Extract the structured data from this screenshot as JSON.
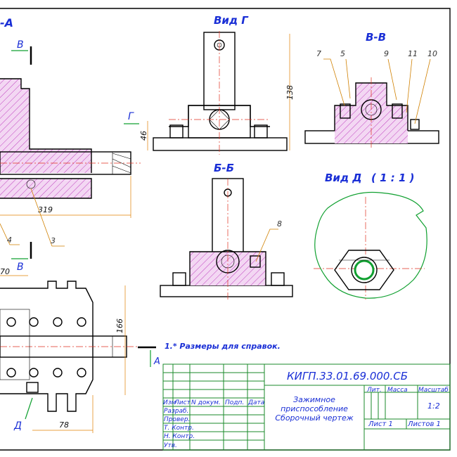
{
  "views": {
    "section_a": "-А",
    "view_g": "Вид Г",
    "section_vv": "В-В",
    "section_bb": "Б-Б",
    "view_d": "Вид Д",
    "view_d_scale": "( 1 : 1 )"
  },
  "markers": {
    "v_top": "В",
    "v_bottom": "В",
    "g": "Г",
    "a": "А",
    "d": "Д"
  },
  "dimensions": {
    "d138": "138",
    "d46": "46",
    "d319": "319",
    "d166": "166",
    "d78": "78",
    "d70": "70"
  },
  "leaders": {
    "p7": "7",
    "p5": "5",
    "p9": "9",
    "p11": "11",
    "p10": "10",
    "p8": "8",
    "p4": "4",
    "p3": "3"
  },
  "note": "1.* Размеры для справок.",
  "title_block": {
    "designation": "КИГП.33.01.69.000.СБ",
    "name_line1": "Зажимное",
    "name_line2": "приспособление",
    "name_line3": "Сборочный чертеж",
    "col_izm": "Изм",
    "col_list": "Лист",
    "col_ndokum": "N докум.",
    "col_podp": "Подп.",
    "col_data": "Дата",
    "row_razrab": "Разраб.",
    "row_prov": "Провер.",
    "row_tkontr": "Т. Контр.",
    "row_nkontr": "Н. Контр.",
    "row_utv": "Утв.",
    "lit": "Лит.",
    "massa": "Масса",
    "masshtab": "Масштаб",
    "scale_value": "1:2",
    "sheet": "Лист 1",
    "sheets": "Листов 1"
  }
}
